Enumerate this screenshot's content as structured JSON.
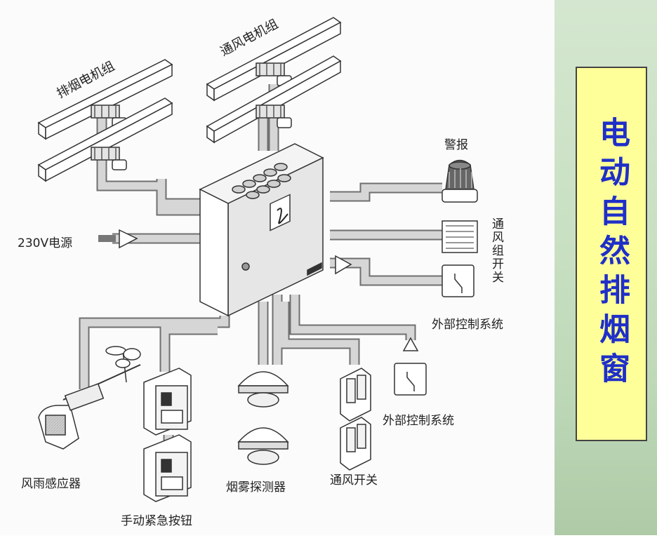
{
  "title": "电动自然排烟窗",
  "labels": {
    "smoke_motor_group": "排烟电机组",
    "vent_motor_group": "通风电机组",
    "alarm": "警报",
    "power": "230V电源",
    "vent_group_switch": "通风组开关",
    "external_control_1": "外部控制系统",
    "external_control_2": "外部控制系统",
    "wind_rain_sensor": "风雨感应器",
    "manual_button": "手动紧急按钮",
    "smoke_detector": "烟雾探测器",
    "vent_switch": "通风开关"
  },
  "colors": {
    "title_text": "#1f2fc8",
    "title_box": "#ffff99",
    "sidebar": "#c9e0c3"
  }
}
